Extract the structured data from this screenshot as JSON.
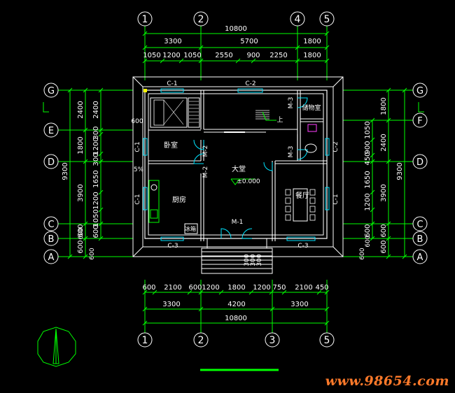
{
  "axes": {
    "top": [
      "1",
      "2",
      "4",
      "5"
    ],
    "bottom": [
      "1",
      "2",
      "3",
      "5"
    ],
    "left": [
      "G",
      "E",
      "D",
      "C",
      "B",
      "A"
    ],
    "right": [
      "G",
      "F",
      "D",
      "C",
      "B",
      "A"
    ]
  },
  "dims": {
    "top_total": "10800",
    "top_row2": [
      "3300",
      "5700",
      "1800"
    ],
    "top_row3": [
      "1050",
      "1200",
      "1050",
      "2550",
      "900",
      "2250",
      "1800"
    ],
    "bottom_row1": [
      "600",
      "2100",
      "600",
      "1200",
      "1800",
      "1200",
      "750",
      "2100",
      "450"
    ],
    "bottom_row2": [
      "3300",
      "4200",
      "3300"
    ],
    "bottom_total": "10800",
    "left_total": "9300",
    "left_outer": [
      "2400",
      "1800",
      "3900",
      "600",
      "600"
    ],
    "left_inner": [
      "2400",
      "300",
      "1200",
      "300",
      "1650",
      "1200",
      "1050",
      "600"
    ],
    "left_small": [
      "600",
      "600"
    ],
    "right_total": "9300",
    "right_outer": [
      "1800",
      "2400",
      "3900",
      "600",
      "600"
    ],
    "right_inner": [
      "1050",
      "900",
      "450",
      "1650",
      "1200",
      "600"
    ],
    "right_small": [
      "600",
      "600"
    ],
    "stairs": [
      "300",
      "300",
      "300"
    ]
  },
  "labels": {
    "windows": [
      "C-1",
      "C-2",
      "C-1",
      "C-1",
      "C-2",
      "C-1",
      "C-3",
      "C-3"
    ],
    "doors": [
      "M-3",
      "M-2",
      "M-2",
      "M-3",
      "M-1"
    ],
    "rooms": {
      "bedroom": "卧室",
      "hall": "大堂",
      "kitchen": "厨房",
      "dining": "餐厅",
      "storage": "储物室"
    },
    "elevation": "±0.000",
    "fridge": "冰箱",
    "up": "上",
    "slope": "5%",
    "side_600": "600"
  },
  "watermark": "www.98654.com",
  "colors": {
    "wall": "#ffffff",
    "dim": "#00ff00",
    "axis": "#ffffff",
    "accent": "#00e5ff",
    "watermark": "#ff7a2a"
  }
}
